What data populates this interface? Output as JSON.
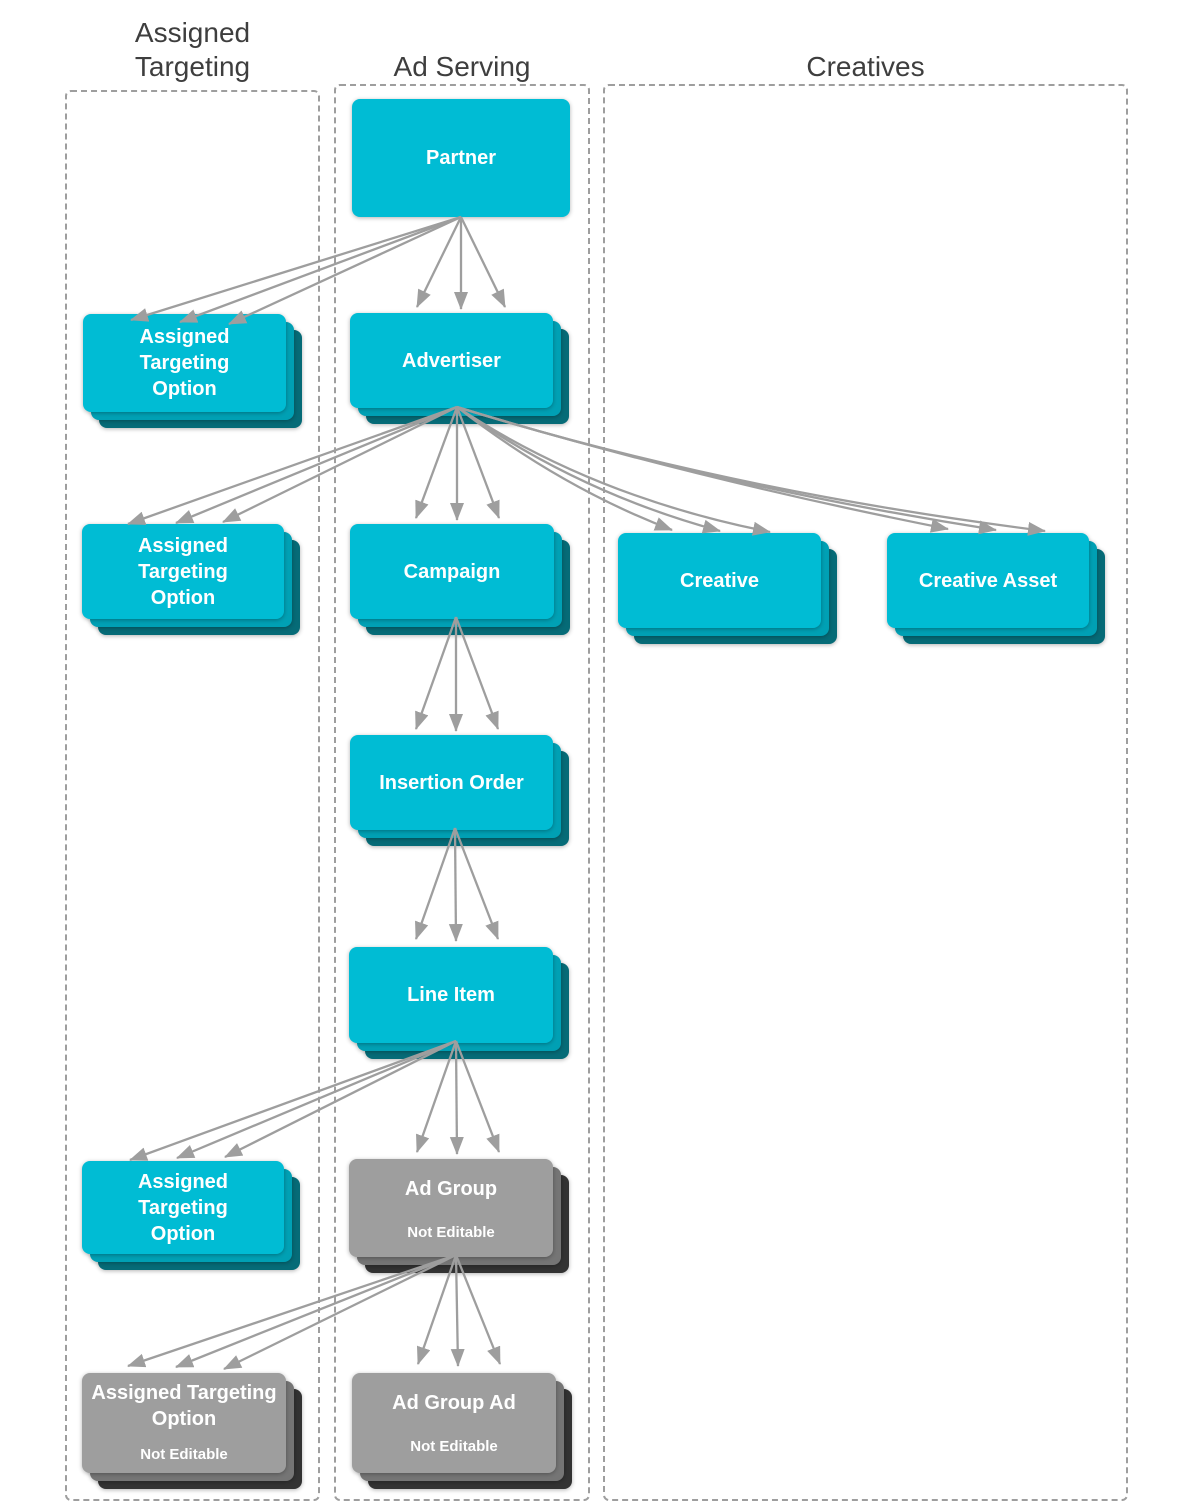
{
  "diagram": {
    "columns": [
      {
        "id": "assigned-targeting",
        "title": "Assigned Targeting"
      },
      {
        "id": "ad-serving",
        "title": "Ad Serving"
      },
      {
        "id": "creatives",
        "title": "Creatives"
      }
    ],
    "nodes": [
      {
        "id": "partner",
        "label": "Partner",
        "status": "editable",
        "column": "ad-serving"
      },
      {
        "id": "assigned-targeting-option-partner",
        "label": "Assigned Targeting Option",
        "status": "editable",
        "column": "assigned-targeting"
      },
      {
        "id": "advertiser",
        "label": "Advertiser",
        "status": "editable",
        "column": "ad-serving"
      },
      {
        "id": "assigned-targeting-option-advertiser",
        "label": "Assigned Targeting Option",
        "status": "editable",
        "column": "assigned-targeting"
      },
      {
        "id": "campaign",
        "label": "Campaign",
        "status": "editable",
        "column": "ad-serving"
      },
      {
        "id": "creative",
        "label": "Creative",
        "status": "editable",
        "column": "creatives"
      },
      {
        "id": "creative-asset",
        "label": "Creative Asset",
        "status": "editable",
        "column": "creatives"
      },
      {
        "id": "insertion-order",
        "label": "Insertion Order",
        "status": "editable",
        "column": "ad-serving"
      },
      {
        "id": "line-item",
        "label": "Line Item",
        "status": "editable",
        "column": "ad-serving"
      },
      {
        "id": "assigned-targeting-option-line-item",
        "label": "Assigned Targeting Option",
        "status": "editable",
        "column": "assigned-targeting"
      },
      {
        "id": "ad-group",
        "label": "Ad Group",
        "sublabel": "Not Editable",
        "status": "not-editable",
        "column": "ad-serving"
      },
      {
        "id": "ad-group-ad",
        "label": "Ad Group Ad",
        "sublabel": "Not Editable",
        "status": "not-editable",
        "column": "ad-serving"
      },
      {
        "id": "assigned-targeting-option-ad-group",
        "label": "Assigned Targeting Option",
        "sublabel": "Not Editable",
        "status": "not-editable",
        "column": "assigned-targeting"
      }
    ],
    "edges": [
      {
        "from": "partner",
        "to": "assigned-targeting-option-partner"
      },
      {
        "from": "partner",
        "to": "advertiser"
      },
      {
        "from": "advertiser",
        "to": "assigned-targeting-option-advertiser"
      },
      {
        "from": "advertiser",
        "to": "campaign"
      },
      {
        "from": "advertiser",
        "to": "creative"
      },
      {
        "from": "advertiser",
        "to": "creative-asset"
      },
      {
        "from": "campaign",
        "to": "insertion-order"
      },
      {
        "from": "insertion-order",
        "to": "line-item"
      },
      {
        "from": "line-item",
        "to": "assigned-targeting-option-line-item"
      },
      {
        "from": "line-item",
        "to": "ad-group"
      },
      {
        "from": "ad-group",
        "to": "ad-group-ad"
      },
      {
        "from": "ad-group",
        "to": "assigned-targeting-option-ad-group"
      }
    ],
    "colors": {
      "editable_top": "#00BCD4",
      "editable_mid": "#00A0B4",
      "editable_shadow": "#066B77",
      "not_editable_top": "#9E9E9E",
      "not_editable_mid": "#757575",
      "not_editable_shadow": "#333333",
      "arrow": "#9E9E9E",
      "column_border": "#9E9E9E",
      "header_text": "#3E3E3E",
      "label_text": "#FFFFFF"
    }
  }
}
